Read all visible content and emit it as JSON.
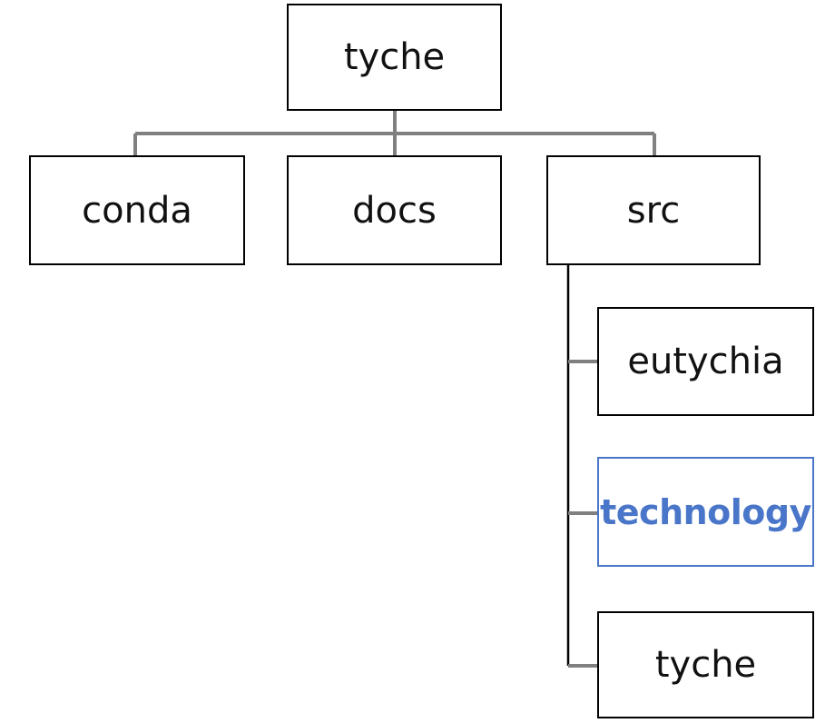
{
  "diagram": {
    "root": {
      "label": "tyche"
    },
    "level1": [
      {
        "label": "conda"
      },
      {
        "label": "docs"
      },
      {
        "label": "src"
      }
    ],
    "src_children": [
      {
        "label": "eutychia"
      },
      {
        "label": "technology",
        "highlighted": true
      },
      {
        "label": "tyche"
      }
    ],
    "colors": {
      "border": "#000000",
      "connector": "#808080",
      "highlight": "#4a76c9",
      "text": "#111111"
    }
  }
}
